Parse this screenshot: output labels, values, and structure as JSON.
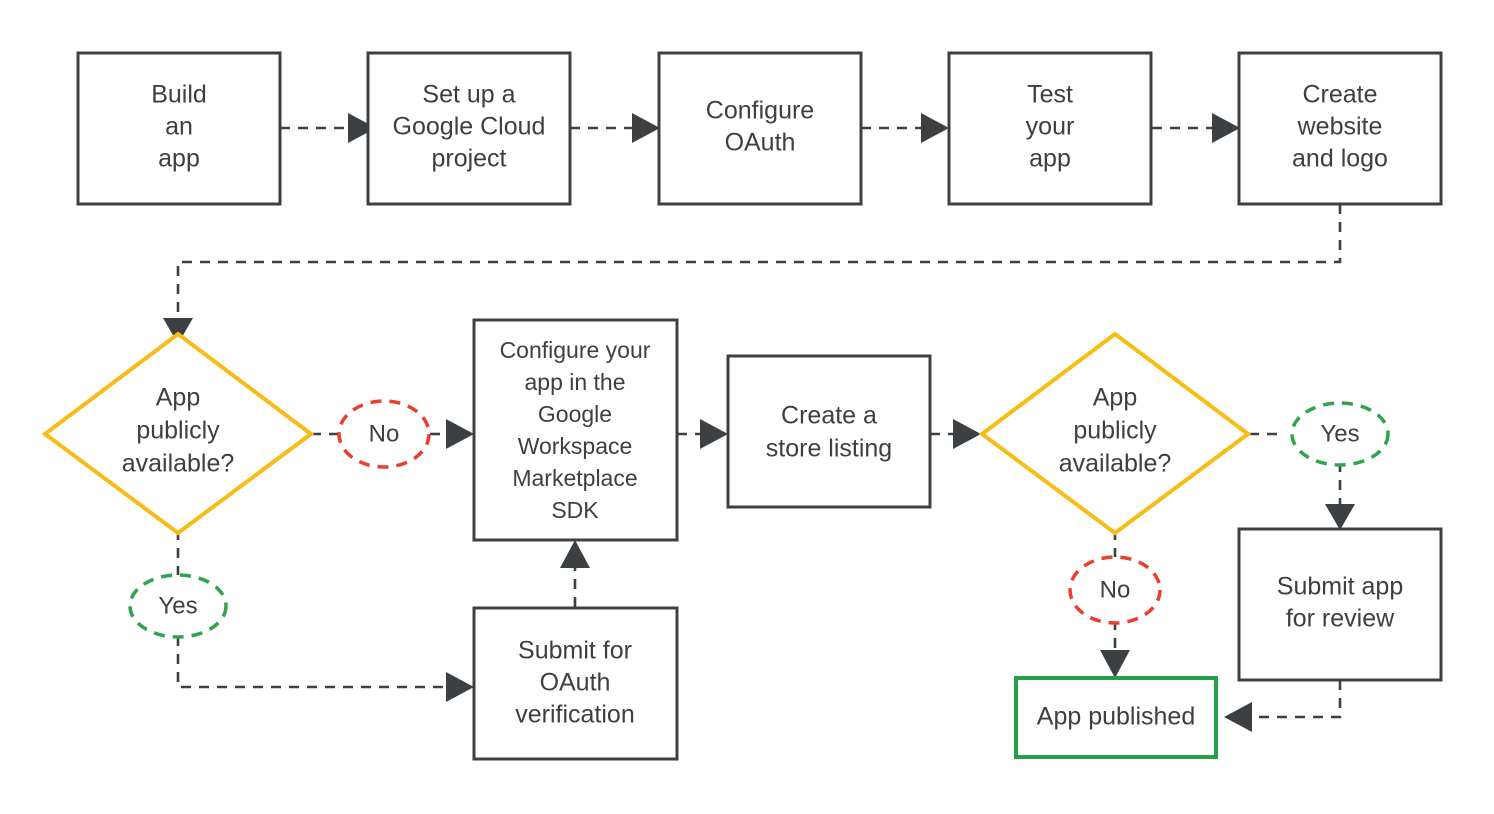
{
  "diagram": {
    "title": "Google Workspace Marketplace app publishing flow",
    "colors": {
      "box_stroke": "#3c4043",
      "diamond_stroke": "#f9bc15",
      "published_stroke": "#24a148",
      "yes_chip_stroke": "#2fa34e",
      "no_chip_stroke": "#ea3f2c",
      "edge_stroke": "#3c4043",
      "text": "#3c4043",
      "background": "#ffffff"
    },
    "nodes": {
      "build_an_app": {
        "label": "Build\nan\napp",
        "lines": [
          "Build",
          "an",
          "app"
        ],
        "shape": "box"
      },
      "set_up_project": {
        "label": "Set up a Google Cloud project",
        "lines": [
          "Set up a",
          "Google Cloud",
          "project"
        ],
        "shape": "box"
      },
      "configure_oauth": {
        "label": "Configure OAuth",
        "lines": [
          "Configure",
          "OAuth"
        ],
        "shape": "box"
      },
      "test_your_app": {
        "label": "Test your app",
        "lines": [
          "Test",
          "your",
          "app"
        ],
        "shape": "box"
      },
      "create_website_logo": {
        "label": "Create website and logo",
        "lines": [
          "Create",
          "website",
          "and logo"
        ],
        "shape": "box"
      },
      "decision_left": {
        "label": "App publicly available?",
        "lines": [
          "App",
          "publicly",
          "available?"
        ],
        "shape": "diamond"
      },
      "configure_sdk": {
        "label": "Configure your app in the Google Workspace Marketplace SDK",
        "lines": [
          "Configure your",
          "app in the",
          "Google",
          "Workspace",
          "Marketplace",
          "SDK"
        ],
        "shape": "box"
      },
      "create_store_listing": {
        "label": "Create a store listing",
        "lines": [
          "Create a",
          "store listing"
        ],
        "shape": "box"
      },
      "decision_right": {
        "label": "App publicly available?",
        "lines": [
          "App",
          "publicly",
          "available?"
        ],
        "shape": "diamond"
      },
      "submit_oauth_verification": {
        "label": "Submit for OAuth verification",
        "lines": [
          "Submit for",
          "OAuth",
          "verification"
        ],
        "shape": "box"
      },
      "submit_app_review": {
        "label": "Submit app for review",
        "lines": [
          "Submit app",
          "for review"
        ],
        "shape": "box"
      },
      "app_published": {
        "label": "App published",
        "lines": [
          "App published"
        ],
        "shape": "box",
        "accent": "green"
      }
    },
    "edge_labels": {
      "left_no": "No",
      "left_yes": "Yes",
      "right_yes": "Yes",
      "right_no": "No"
    }
  }
}
